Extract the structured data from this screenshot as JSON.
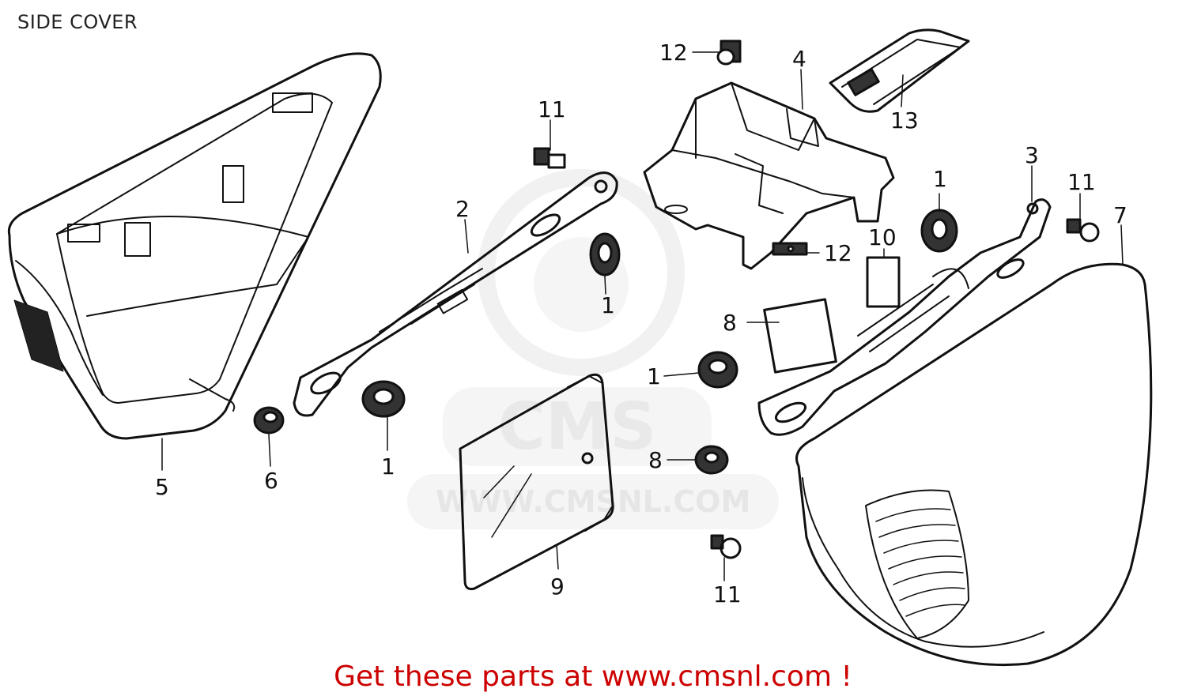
{
  "title": "SIDE COVER",
  "footer": "Get these parts at www.cmsnl.com !",
  "watermark": {
    "brand": "CMS",
    "url": "WWW.CMSNL.COM"
  },
  "colors": {
    "ink": "#111111",
    "footer": "#cc0000",
    "watermark": "#e6e6e6"
  },
  "callouts": {
    "c1a": "1",
    "c1b": "1",
    "c1c": "1",
    "c1d": "1",
    "c2": "2",
    "c3": "3",
    "c4": "4",
    "c5": "5",
    "c6": "6",
    "c7": "7",
    "c8a": "8",
    "c8b": "8",
    "c9": "9",
    "c10": "10",
    "c11a": "11",
    "c11b": "11",
    "c11c": "11",
    "c12a": "12",
    "c12b": "12",
    "c13": "13"
  }
}
